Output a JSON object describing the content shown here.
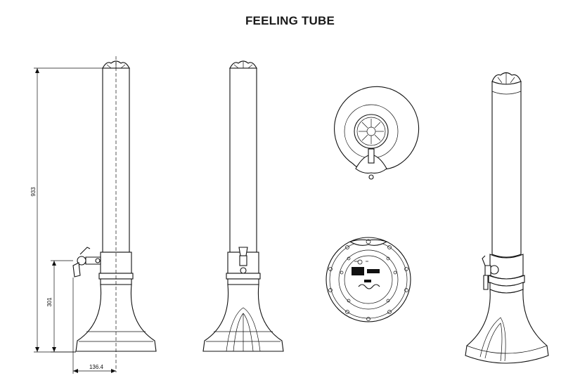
{
  "title": "FEELING TUBE",
  "dimensions": {
    "total_height": "933",
    "tap_height": "301",
    "tap_offset": "136.4"
  }
}
